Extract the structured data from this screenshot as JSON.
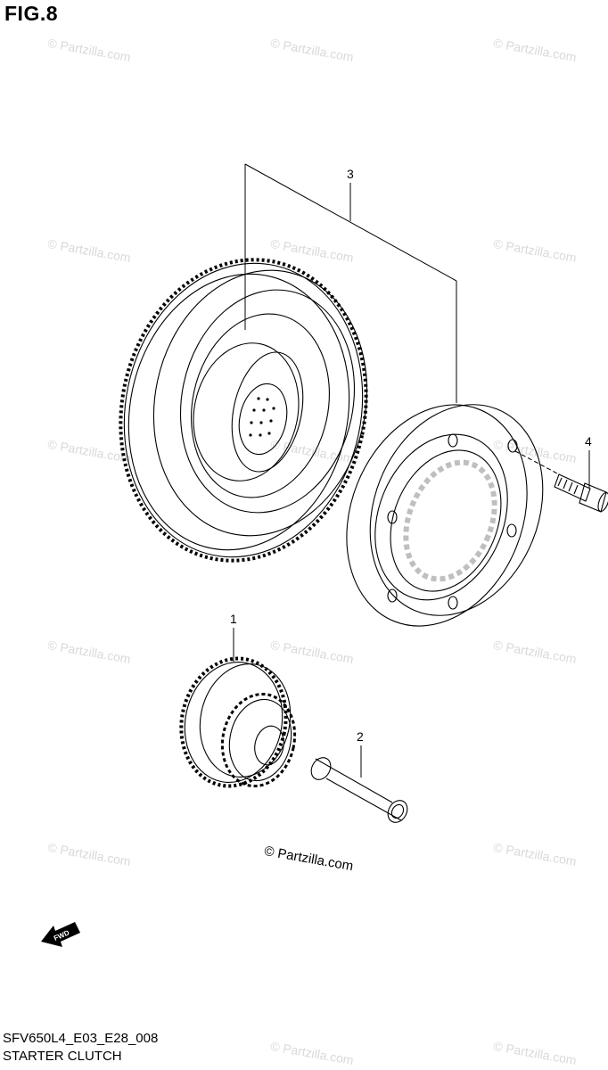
{
  "figure_title": "FIG.8",
  "diagram_code": "SFV650L4_E03_E28_008",
  "diagram_name": "STARTER CLUTCH",
  "watermark": "© Partzilla.com",
  "background_watermark": "© Partzilla.com",
  "fwd_label": "FWD",
  "callouts": {
    "c1": "1",
    "c2": "2",
    "c3": "3",
    "c4": "4"
  },
  "colors": {
    "line": "#000000",
    "watermark": "#d9d9d9"
  }
}
